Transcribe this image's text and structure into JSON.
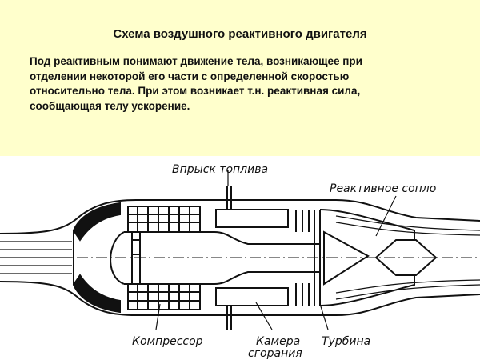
{
  "slide": {
    "title": "Схема воздушного реактивного двигателя",
    "paragraph_lines": [
      "Под реактивным понимают движение тела, возникающее при",
      "отделении некоторой его части с определенной скоростью",
      "относительно тела. При этом возникает т.н. реактивная сила,",
      "сообщающая телу ускорение."
    ],
    "background_color": "#ffffcc"
  },
  "diagram": {
    "labels": {
      "fuel_injection": "Впрыск топлива",
      "jet_nozzle": "Реактивное сопло",
      "compressor": "Компрессор",
      "combustion_chamber_line1": "Камера",
      "combustion_chamber_line2": "сгорания",
      "turbine": "Турбина"
    }
  }
}
